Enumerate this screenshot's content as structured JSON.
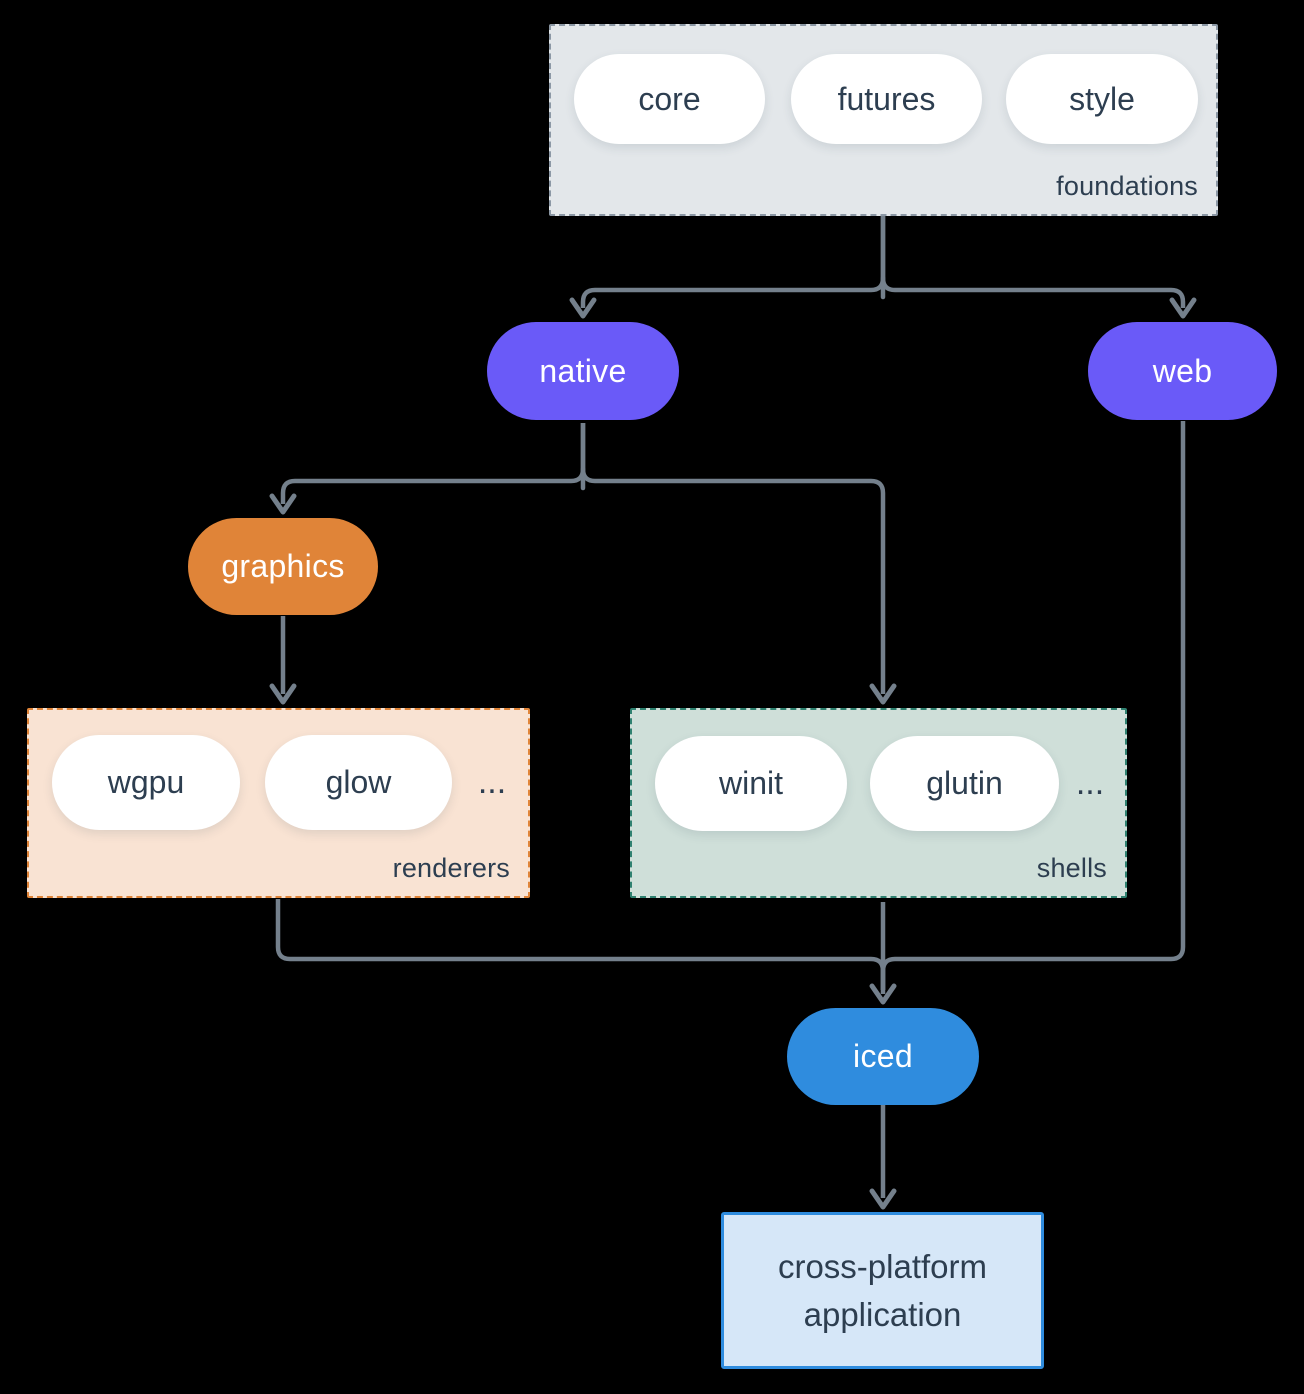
{
  "colors": {
    "background": "#000000",
    "connector": "#74808C",
    "node_purple": "#6A5AF8",
    "node_orange": "#E08438",
    "node_blue": "#2F8CDE",
    "text_dark": "#2D3E50",
    "pill_fill": "#FFFFFF",
    "foundations_fill": "#E3E7EA",
    "foundations_border": "#8C98A5",
    "renderers_fill": "#F9E3D3",
    "renderers_border": "#E08438",
    "shells_fill": "#CFDFD9",
    "shells_border": "#2F8170",
    "app_fill": "#D6E7F8",
    "app_border": "#2F8CDE"
  },
  "groups": {
    "foundations": {
      "label": "foundations",
      "pills": [
        "core",
        "futures",
        "style"
      ]
    },
    "renderers": {
      "label": "renderers",
      "pills": [
        "wgpu",
        "glow"
      ],
      "ellipsis": "..."
    },
    "shells": {
      "label": "shells",
      "pills": [
        "winit",
        "glutin"
      ],
      "ellipsis": "..."
    }
  },
  "nodes": {
    "native": {
      "label": "native"
    },
    "web": {
      "label": "web"
    },
    "graphics": {
      "label": "graphics"
    },
    "iced": {
      "label": "iced"
    },
    "application": {
      "label": "cross-platform application"
    }
  }
}
